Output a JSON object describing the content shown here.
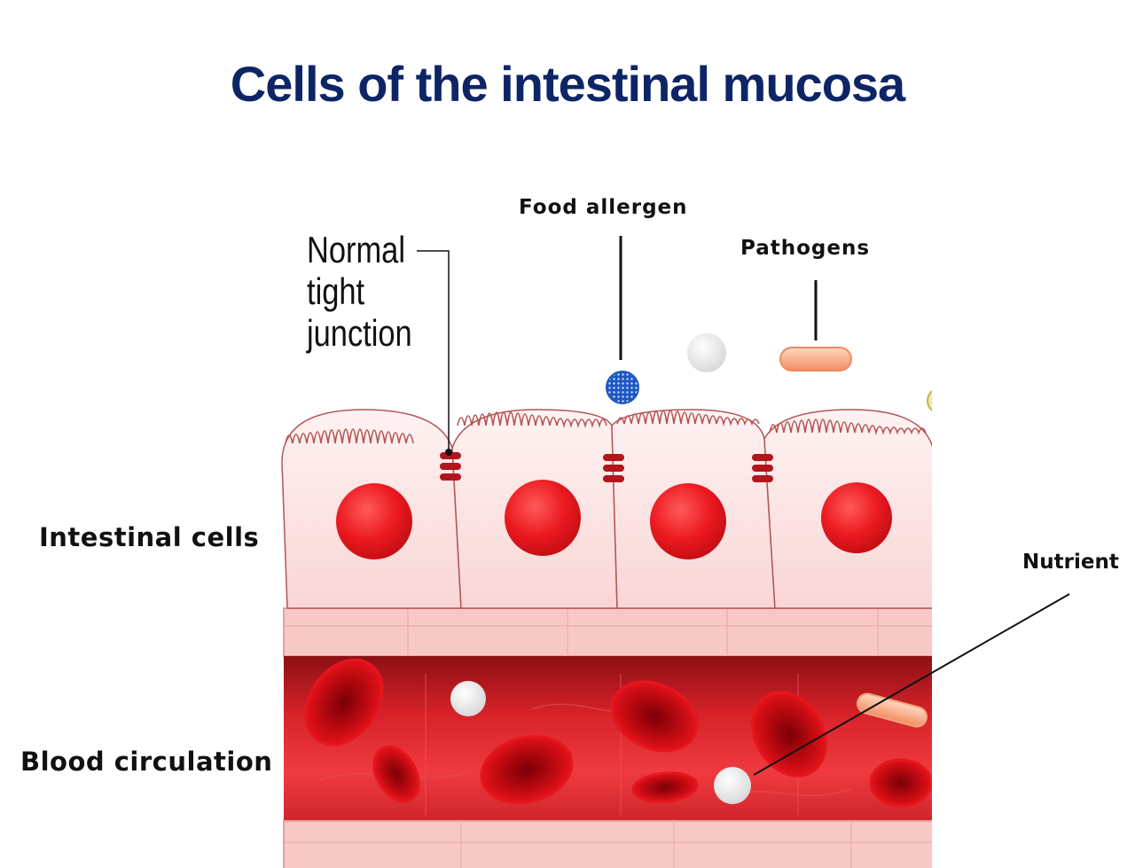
{
  "title": "Cells of the intestinal mucosa",
  "labels": {
    "tight_junction": [
      "Normal",
      "tight",
      "junction"
    ],
    "food_allergen": "Food allergen",
    "pathogens": "Pathogens",
    "nutrient": "Nutrient",
    "intestinal_cells": "Intestinal cells",
    "blood_circulation": "Blood circulation"
  },
  "colors": {
    "title": "#0d2566",
    "cell_fill": "#fbdcdc",
    "nucleus": "#e8101a",
    "blood": "#d9242c",
    "junction": "#b0161c",
    "allergen": "#2f6fd6",
    "pathogen": "#f4a27a"
  }
}
